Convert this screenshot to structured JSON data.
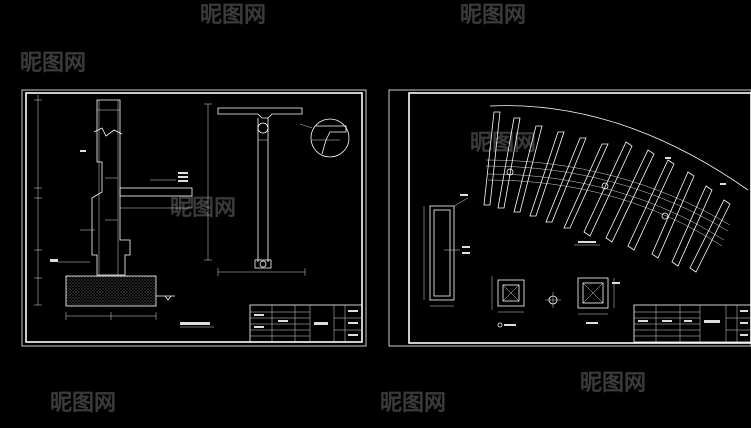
{
  "colors": {
    "background": "#000000",
    "lines": "#ffffff",
    "watermark": "#3a3a3a"
  },
  "watermark": {
    "text": "昵图网"
  },
  "left_sheet": {
    "title_block": {
      "rows": 5
    }
  },
  "right_sheet": {
    "title_block": {
      "rows": 5
    }
  }
}
